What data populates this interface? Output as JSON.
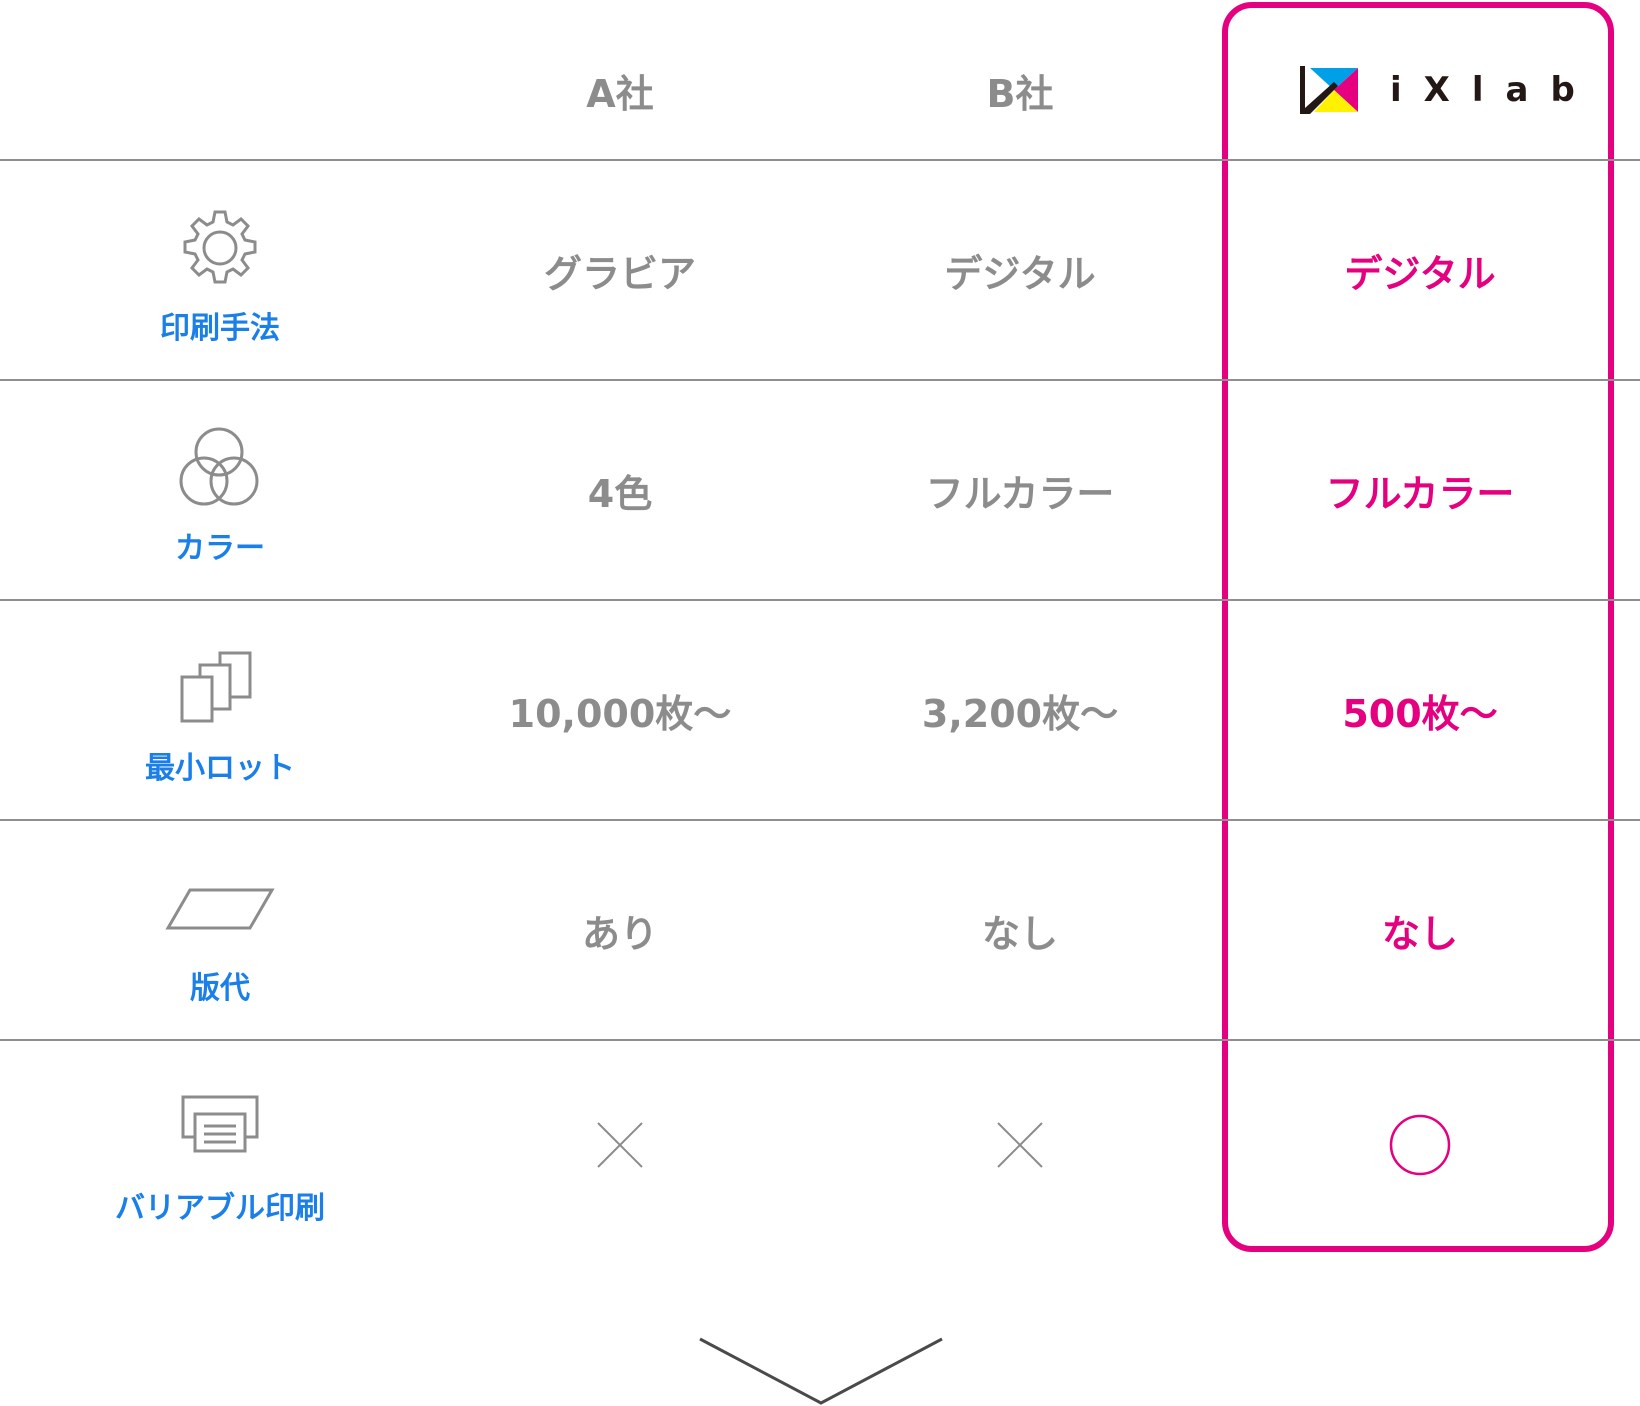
{
  "columns": [
    {
      "name": "A社"
    },
    {
      "name": "B社"
    },
    {
      "name": "iXlab"
    }
  ],
  "rows": [
    {
      "label": "印刷手法",
      "icon": "gear-icon",
      "values": [
        "グラビア",
        "デジタル",
        "デジタル"
      ]
    },
    {
      "label": "カラー",
      "icon": "color-circles-icon",
      "values": [
        "4色",
        "フルカラー",
        "フルカラー"
      ]
    },
    {
      "label": "最小ロット",
      "icon": "stacked-sheets-icon",
      "values": [
        "10,000枚〜",
        "3,200枚〜",
        "500枚〜"
      ]
    },
    {
      "label": "版代",
      "icon": "plate-icon",
      "values": [
        "あり",
        "なし",
        "なし"
      ]
    },
    {
      "label": "バリアブル印刷",
      "icon": "printer-icon",
      "values": [
        "×",
        "×",
        "○"
      ]
    }
  ],
  "colors": {
    "highlight": "#e4007f",
    "label_blue": "#1a7fe8",
    "text_gray": "#8c8c8c",
    "line_gray": "#8f8f8f",
    "logo_cyan": "#00a0e9",
    "logo_magenta": "#e4007f",
    "logo_yellow": "#fff100"
  },
  "scroll_indicator": {
    "icon": "chevron-down-icon"
  }
}
